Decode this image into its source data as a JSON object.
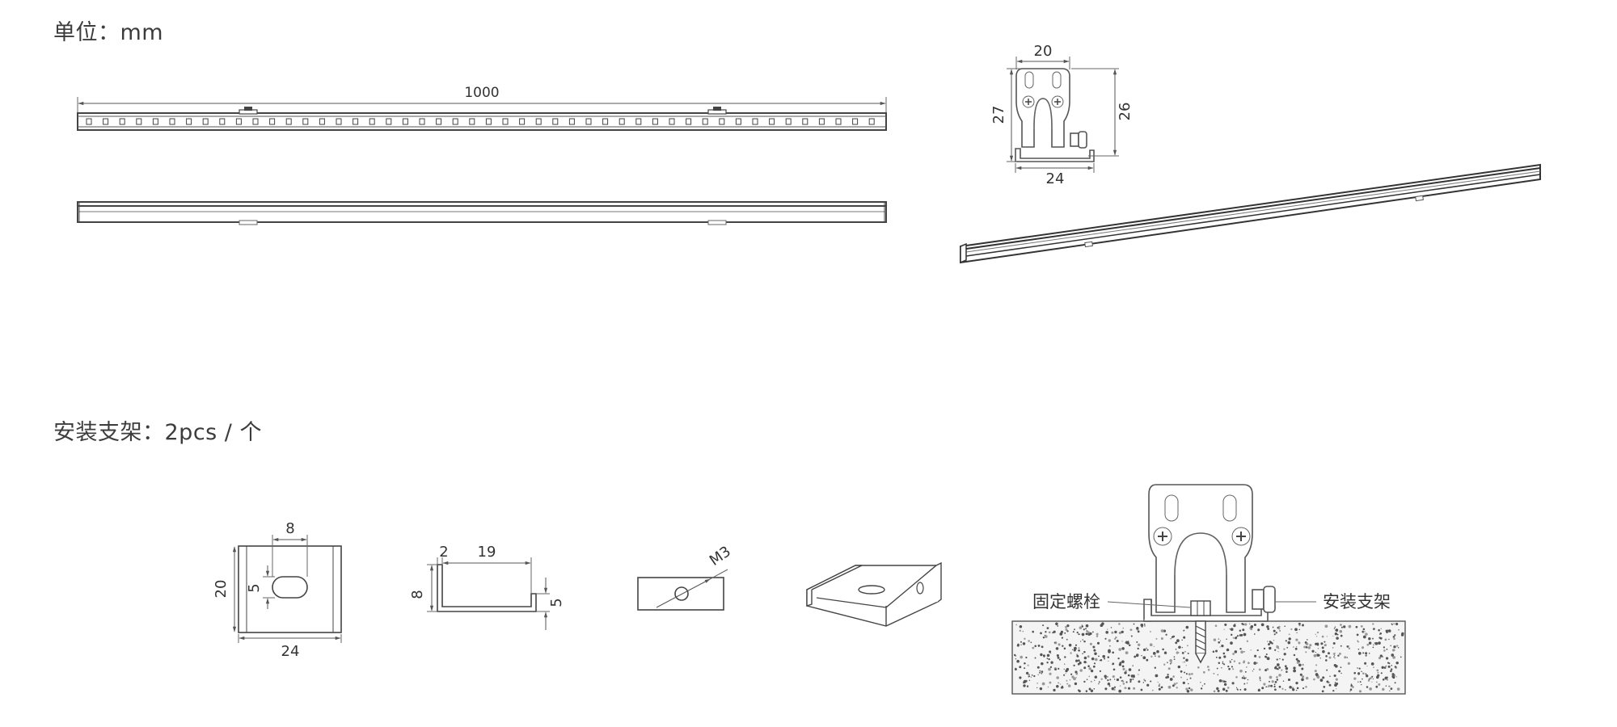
{
  "headings": {
    "unit": "单位：mm",
    "bracket": "安装支架：2pcs / 个"
  },
  "bar_front_view": {
    "length_dim": "1000"
  },
  "end_view": {
    "top_width": "20",
    "left_height": "27",
    "right_height": "26",
    "bottom_width": "24"
  },
  "bracket_top_view": {
    "slot_width": "8",
    "height": "20",
    "slot_height": "5",
    "width": "24"
  },
  "bracket_side_view": {
    "thickness": "2",
    "length": "19",
    "left_height": "8",
    "right_height": "5"
  },
  "nut_view": {
    "thread": "M3"
  },
  "install_view": {
    "left_label": "固定螺栓",
    "right_label": "安装支架"
  },
  "colors": {
    "line": "#555555",
    "text": "#333333",
    "background": "#ffffff",
    "concrete_fill": "#f4f4f4"
  }
}
